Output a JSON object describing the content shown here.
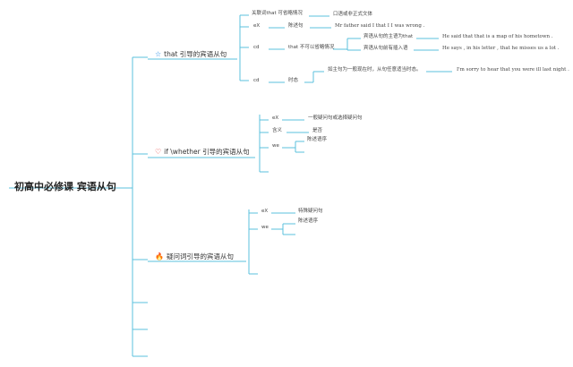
{
  "root": "初高中必修课 宾语从句",
  "branches": [
    {
      "icon": "star-icon",
      "icon_char": "☆",
      "icon_color": "#1e88e5",
      "label": "that 引导的宾语从句",
      "items": [
        "关联词that 可省略情况",
        "口语或非正式文体",
        "eX",
        "陈述句",
        "Mr father said I that I I was wrong .",
        "cd",
        "that 不可以省略情况",
        "宾语从句的主语为that",
        "He said that that is a map of his hometown .",
        "宾语从句前有插入语",
        "He says , in his letter , that he misses us a lot .",
        "cd",
        "时态",
        "如主句为一般现在时，从句任意适当时态。",
        "I'm sorry to hear that you were ill last night ."
      ]
    },
    {
      "icon": "heart-icon",
      "icon_char": "♡",
      "icon_color": "#e53935",
      "label": "if \\whether 引导的宾语从句",
      "items": [
        "eX",
        "一般疑问句或选择疑问句",
        "含义",
        "是否",
        "we",
        "陈述语序"
      ]
    },
    {
      "icon": "fire-icon",
      "icon_char": "🔥",
      "icon_color": "#1e88e5",
      "label": "疑问词引导的宾语从句",
      "items": [
        "eX",
        "特殊疑问句",
        "we",
        "陈述语序"
      ]
    }
  ],
  "colors": {
    "line": "#5bc0de",
    "underline": "#4fb3d9"
  }
}
